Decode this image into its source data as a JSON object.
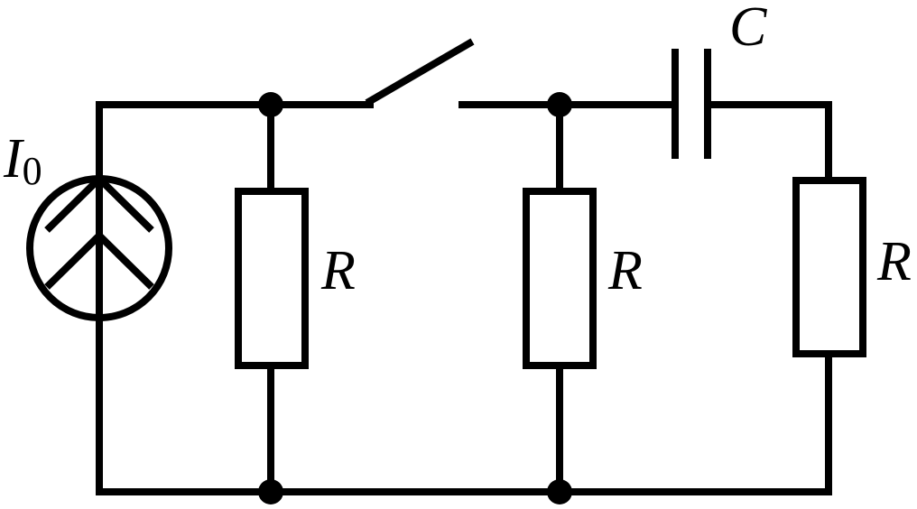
{
  "source": {
    "label": "I",
    "subscript": "0"
  },
  "capacitor": {
    "label": "C"
  },
  "resistors": [
    {
      "label": "R"
    },
    {
      "label": "R"
    },
    {
      "label": "R"
    }
  ]
}
